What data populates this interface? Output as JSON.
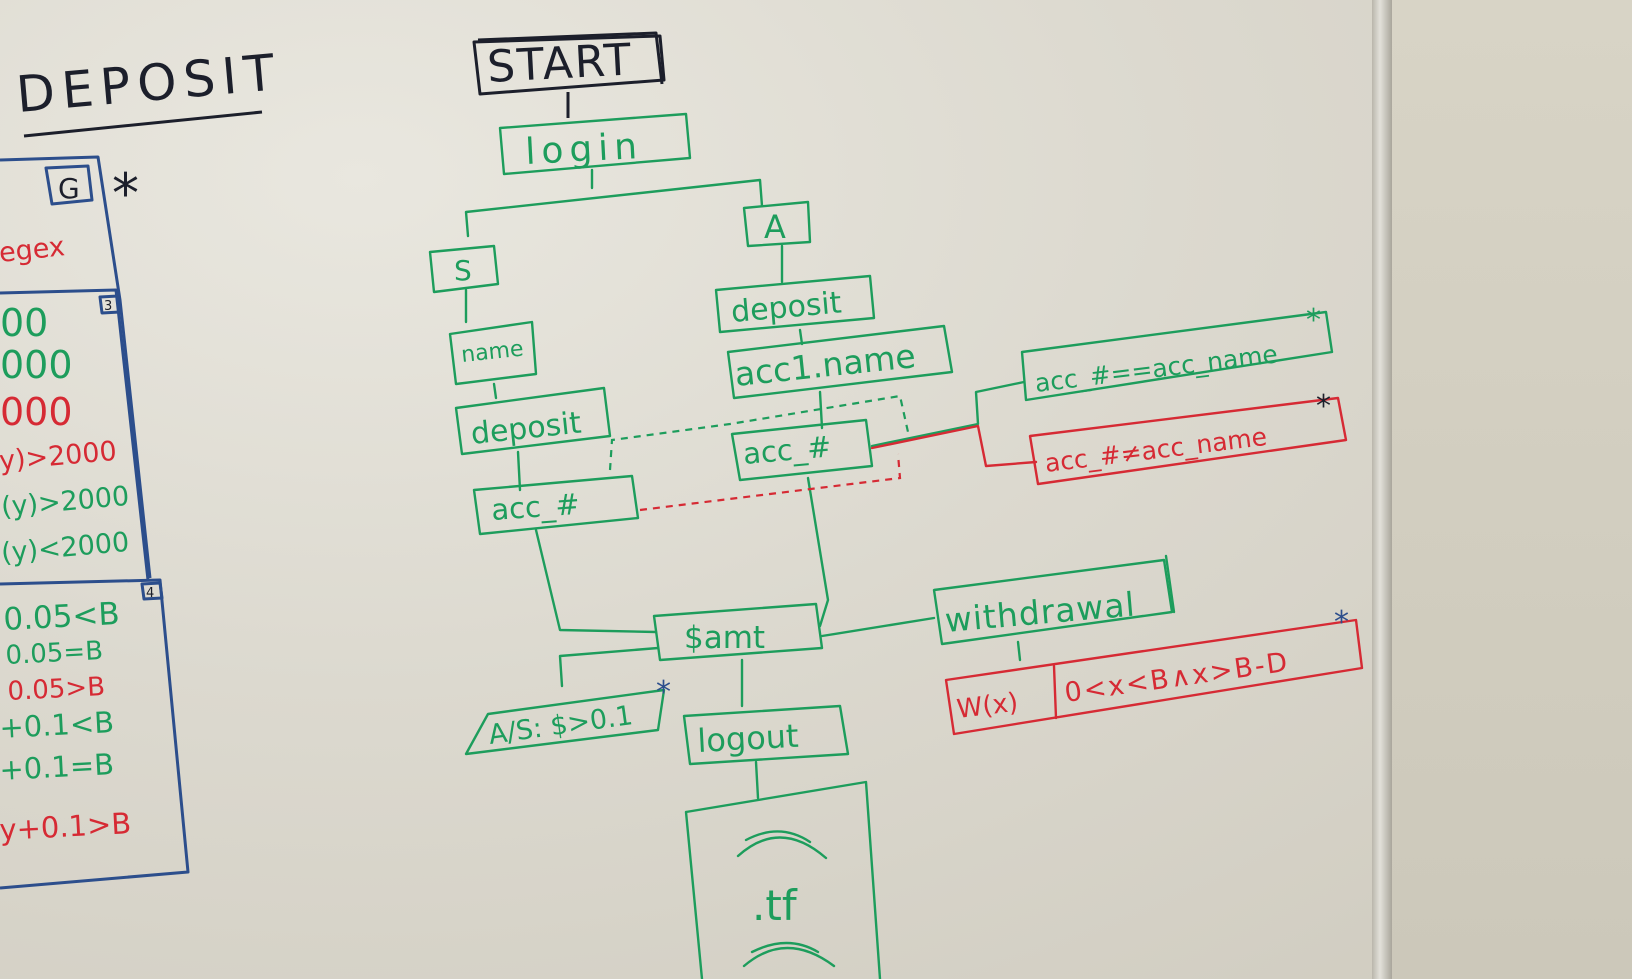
{
  "colors": {
    "board": "#dcd9cf",
    "green_marker": "#1d9d5c",
    "red_marker": "#d62a34",
    "black_marker": "#1c1f2b",
    "blue_marker": "#2c4e8c"
  },
  "left_panel": {
    "heading": "DEPOSIT",
    "g_label": "G",
    "star": "*",
    "regex_text": "egex",
    "box3_number": "3",
    "box3_lines": [
      "00",
      "000",
      "000",
      "y)>2000",
      "(y)>2000",
      "(y)<2000"
    ],
    "box4_number": "4",
    "box4_lines": [
      "0.05<B",
      "0.05=B",
      "0.05>B",
      "+0.1<B",
      "+0.1=B",
      "y+0.1>B"
    ]
  },
  "flowchart": {
    "start": "START",
    "login": "login",
    "branch_s": "S",
    "branch_a": "A",
    "name": "name",
    "deposit_left": "deposit",
    "acc_left": "acc_#",
    "deposit_right": "deposit",
    "acc1_name": "acc1.name",
    "acc_right": "acc_#",
    "cond_equal": "acc_#==acc_name",
    "cond_equal_star": "*",
    "cond_not_equal": "acc_#≠acc_name",
    "cond_not_equal_star": "*",
    "amt": "$amt",
    "as_condition": "A/S: $>0.1",
    "as_star": "*",
    "withdrawal": "withdrawal",
    "w_label": "W(x)",
    "w_condition": "0<x<B∧x>B-D",
    "w_star": "*",
    "logout": "logout",
    "tf": ".tf"
  }
}
